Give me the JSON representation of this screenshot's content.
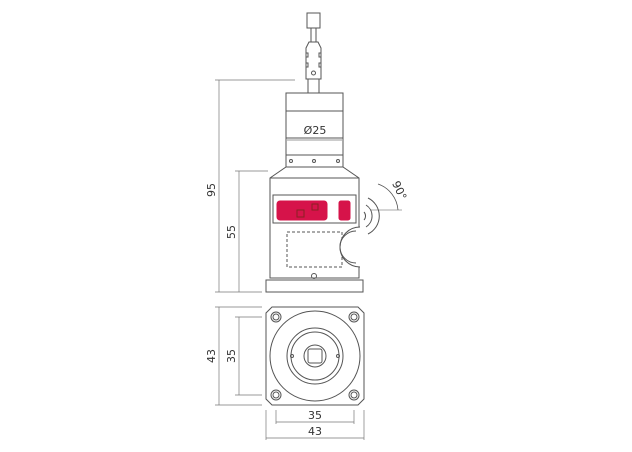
{
  "drawing": {
    "dimensions": {
      "total_height": "95",
      "body_height": "55",
      "diameter": "Ø25",
      "angle": "90°",
      "flange_height": "43",
      "hole_spacing_vertical": "35",
      "hole_spacing_horizontal": "35",
      "flange_width": "43"
    },
    "colors": {
      "line": "#555555",
      "display": "#d6134a",
      "background": "#ffffff"
    }
  }
}
